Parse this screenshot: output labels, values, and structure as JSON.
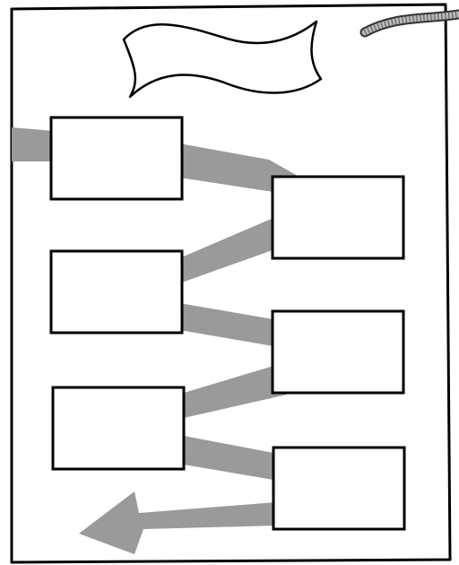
{
  "worksheet": {
    "banner": {
      "text": ""
    },
    "boxes": [
      {
        "id": "box-1",
        "text": ""
      },
      {
        "id": "box-2",
        "text": ""
      },
      {
        "id": "box-3",
        "text": ""
      },
      {
        "id": "box-4",
        "text": ""
      },
      {
        "id": "box-5",
        "text": ""
      },
      {
        "id": "box-6",
        "text": ""
      }
    ]
  },
  "colors": {
    "path": "#9a9a9a",
    "outline": "#000000",
    "page": "#ffffff",
    "rope": "#b0b0b0"
  }
}
